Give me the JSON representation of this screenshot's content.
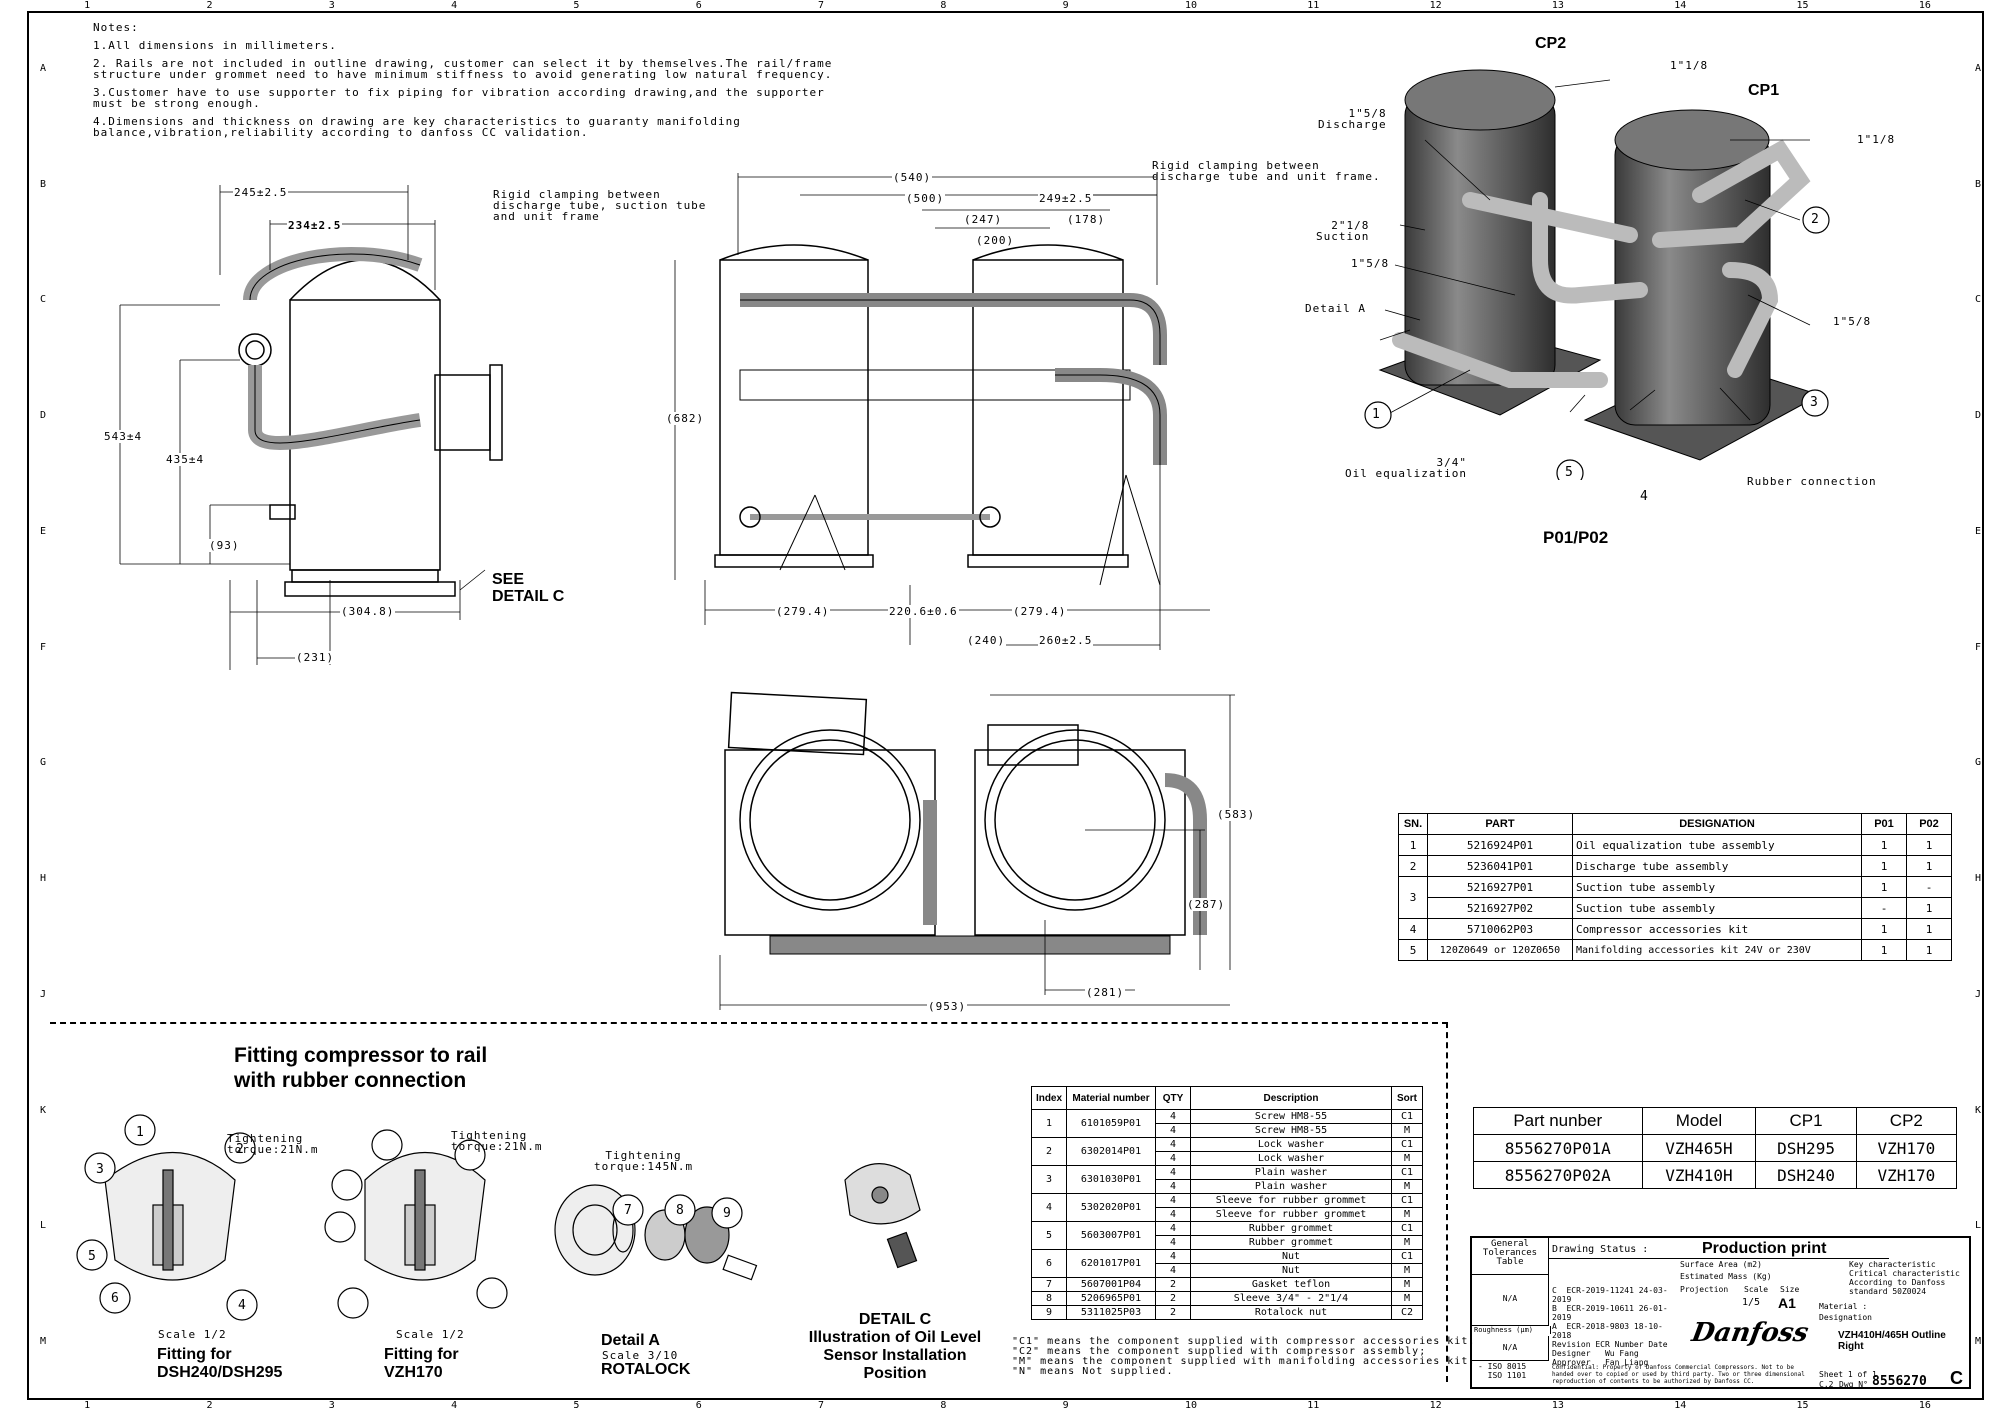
{
  "grid": {
    "cols": [
      "1",
      "2",
      "3",
      "4",
      "5",
      "6",
      "7",
      "8",
      "9",
      "10",
      "11",
      "12",
      "13",
      "14",
      "15",
      "16"
    ],
    "rows": [
      "A",
      "B",
      "C",
      "D",
      "E",
      "F",
      "G",
      "H",
      "J",
      "K",
      "L",
      "M"
    ]
  },
  "notes": {
    "title": "Notes:",
    "items": [
      "1.All dimensions in millimeters.",
      "2. Rails are not included in outline drawing, customer can select it by themselves.The rail/frame structure under grommet need to have minimum stiffness to avoid generating low natural frequency.",
      "3.Customer have to use supporter to fix piping for vibration according drawing,and the supporter must be strong enough.",
      "4.Dimensions and thickness on drawing are key characteristics to guaranty manifolding balance,vibration,reliability according to danfoss CC validation."
    ]
  },
  "side_view": {
    "dims": [
      "245±2.5",
      "234±2.5",
      "543±4",
      "435±4",
      "(93)",
      "(304.8)",
      "(231)"
    ],
    "see_detail": "SEE\nDETAIL C"
  },
  "front_view": {
    "dims": [
      "(540)",
      "(500)",
      "(247)",
      "(200)",
      "(178)",
      "249±2.5",
      "(682)",
      "(279.4)",
      "220.6±0.6",
      "(279.4)",
      "(240)",
      "260±2.5"
    ],
    "note_left": "Rigid clamping between discharge tube, suction tube and unit frame",
    "note_right": "Rigid clamping between discharge tube and unit frame."
  },
  "top_view": {
    "dims": [
      "(583)",
      "(287)",
      "(281)",
      "(953)"
    ]
  },
  "iso_view": {
    "labels": [
      "CP2",
      "CP1",
      "1\"1/8",
      "1\"1/8",
      "1\"5/8\nDischarge",
      "2\"1/8\nSuction",
      "1\"5/8",
      "1\"5/8",
      "Detail A",
      "3/4\"\nOil equalization",
      "Rubber connection"
    ],
    "balloons": [
      "1",
      "2",
      "3",
      "4",
      "5"
    ],
    "caption": "P01/P02"
  },
  "parts_table": {
    "headers": [
      "SN.",
      "PART",
      "DESIGNATION",
      "P01",
      "P02"
    ],
    "rows": [
      [
        "1",
        "5216924P01",
        "Oil equalization tube assembly",
        "1",
        "1"
      ],
      [
        "2",
        "5236041P01",
        "Discharge tube assembly",
        "1",
        "1"
      ],
      [
        "3",
        "5216927P01",
        "Suction tube assembly",
        "1",
        "-"
      ],
      [
        "",
        "5216927P02",
        "Suction tube assembly",
        "-",
        "1"
      ],
      [
        "4",
        "5710062P03",
        "Compressor accessories kit",
        "1",
        "1"
      ],
      [
        "5",
        "120Z0649 or 120Z0650",
        "Manifolding accessories kit 24V or 230V",
        "1",
        "1"
      ]
    ]
  },
  "fitting": {
    "title": "Fitting compressor to rail\nwith rubber connection",
    "torque1": "Tightening\ntorque:21N.m",
    "torque2": "Tightening\ntorque:21N.m",
    "torque3": "Tightening\ntorque:145N.m",
    "scale1": "Scale 1/2",
    "scale2": "Scale 1/2",
    "cap1": "Fitting for\nDSH240/DSH295",
    "cap2": "Fitting for\nVZH170",
    "detailA": "Detail A",
    "detailA_scale": "Scale 3/10",
    "detailA_sub": "ROTALOCK",
    "detailC": "DETAIL C\nIllustration of Oil Level\nSensor Installation\nPosition",
    "balloons": [
      "1",
      "2",
      "3",
      "4",
      "5",
      "6",
      "7",
      "8",
      "9"
    ]
  },
  "material_table": {
    "headers": [
      "Index",
      "Material number",
      "QTY",
      "Description",
      "Sort"
    ],
    "rows": [
      [
        "1",
        "6101059P01",
        "4",
        "Screw HM8-55",
        "C1"
      ],
      [
        "",
        "",
        "4",
        "Screw HM8-55",
        "M"
      ],
      [
        "2",
        "6302014P01",
        "4",
        "Lock washer",
        "C1"
      ],
      [
        "",
        "",
        "4",
        "Lock washer",
        "M"
      ],
      [
        "3",
        "6301030P01",
        "4",
        "Plain washer",
        "C1"
      ],
      [
        "",
        "",
        "4",
        "Plain washer",
        "M"
      ],
      [
        "4",
        "5302020P01",
        "4",
        "Sleeve for rubber grommet",
        "C1"
      ],
      [
        "",
        "",
        "4",
        "Sleeve for rubber grommet",
        "M"
      ],
      [
        "5",
        "5603007P01",
        "4",
        "Rubber grommet",
        "C1"
      ],
      [
        "",
        "",
        "4",
        "Rubber grommet",
        "M"
      ],
      [
        "6",
        "6201017P01",
        "4",
        "Nut",
        "C1"
      ],
      [
        "",
        "",
        "4",
        "Nut",
        "M"
      ],
      [
        "7",
        "5607001P04",
        "2",
        "Gasket teflon",
        "M"
      ],
      [
        "8",
        "5206965P01",
        "2",
        "Sleeve 3/4\" - 2\"1/4",
        "M"
      ],
      [
        "9",
        "5311025P03",
        "2",
        "Rotalock nut",
        "C2"
      ]
    ],
    "footnote": "\"C1\" means the component supplied with compressor accessories kit;\n\"C2\" means the component supplied with compressor assembly;\n\"M\" means the component supplied with manifolding accessories kit;\n\"N\" means Not supplied."
  },
  "part_numbers": {
    "headers": [
      "Part nunber",
      "Model",
      "CP1",
      "CP2"
    ],
    "rows": [
      [
        "8556270P01A",
        "VZH465H",
        "DSH295",
        "VZH170"
      ],
      [
        "8556270P02A",
        "VZH410H",
        "DSH240",
        "VZH170"
      ]
    ]
  },
  "title_block": {
    "tolerance": "General\nTolerances\nTable",
    "status_label": "Drawing Status :",
    "status": "Production print",
    "key_char": "Key characteristic\nCritical characteristic\nAccording to Danfoss\nstandard 50Z0024",
    "na1": "N/A",
    "roughness": "Roughness (µm)",
    "na2": "N/A",
    "iso": "- ISO 8015\n  ISO 1101",
    "surface_area": "Surface Area (m2)",
    "est_mass": "Estimated Mass (Kg)",
    "projection": "Projection",
    "scale_label": "Scale",
    "scale": "1/5",
    "size_label": "Size",
    "size": "A1",
    "material": "Material :",
    "designation_label": "Designation",
    "designation": "VZH410H/465H Outline Right",
    "revisions": [
      [
        "C",
        "ECR-2019-11241",
        "24-03-2019"
      ],
      [
        "B",
        "ECR-2019-10611",
        "26-01-2019"
      ],
      [
        "A",
        "ECR-2018-9803",
        "18-10-2018"
      ]
    ],
    "rev_headers": [
      "Revision",
      "ECR Number",
      "Date"
    ],
    "designer_label": "Designer",
    "designer": "Wu Fang",
    "approver_label": "Approver",
    "approver": "Fan Liang",
    "confidential": "Confidential: Property of Danfoss Commercial Compressors. Not to be handed over to copied or used by third party. Two or three dimensional reproduction of contents to be authorized by Danfoss CC.",
    "logo": "Danfoss",
    "sheet": "Sheet 1 of 1",
    "rev": "C.2",
    "dwg_label": "Dwg N°",
    "dwg": "8556270",
    "rev_letter": "C"
  }
}
